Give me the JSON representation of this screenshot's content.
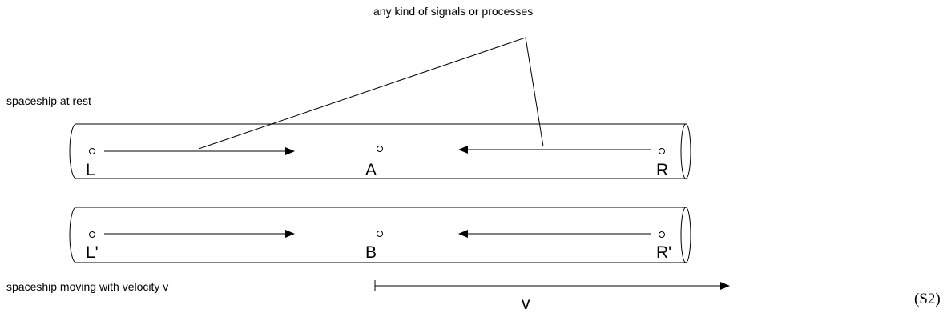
{
  "labels": {
    "annotation": "any kind of signals or processes",
    "rest_caption": "spaceship at rest",
    "moving_caption": "spaceship moving with velocity v",
    "velocity_symbol": "v",
    "equation_tag": "(S2)"
  },
  "ship_rest": {
    "left_point": "L",
    "center_point": "A",
    "right_point": "R"
  },
  "ship_moving": {
    "left_point": "L'",
    "center_point": "B",
    "right_point": "R'"
  }
}
